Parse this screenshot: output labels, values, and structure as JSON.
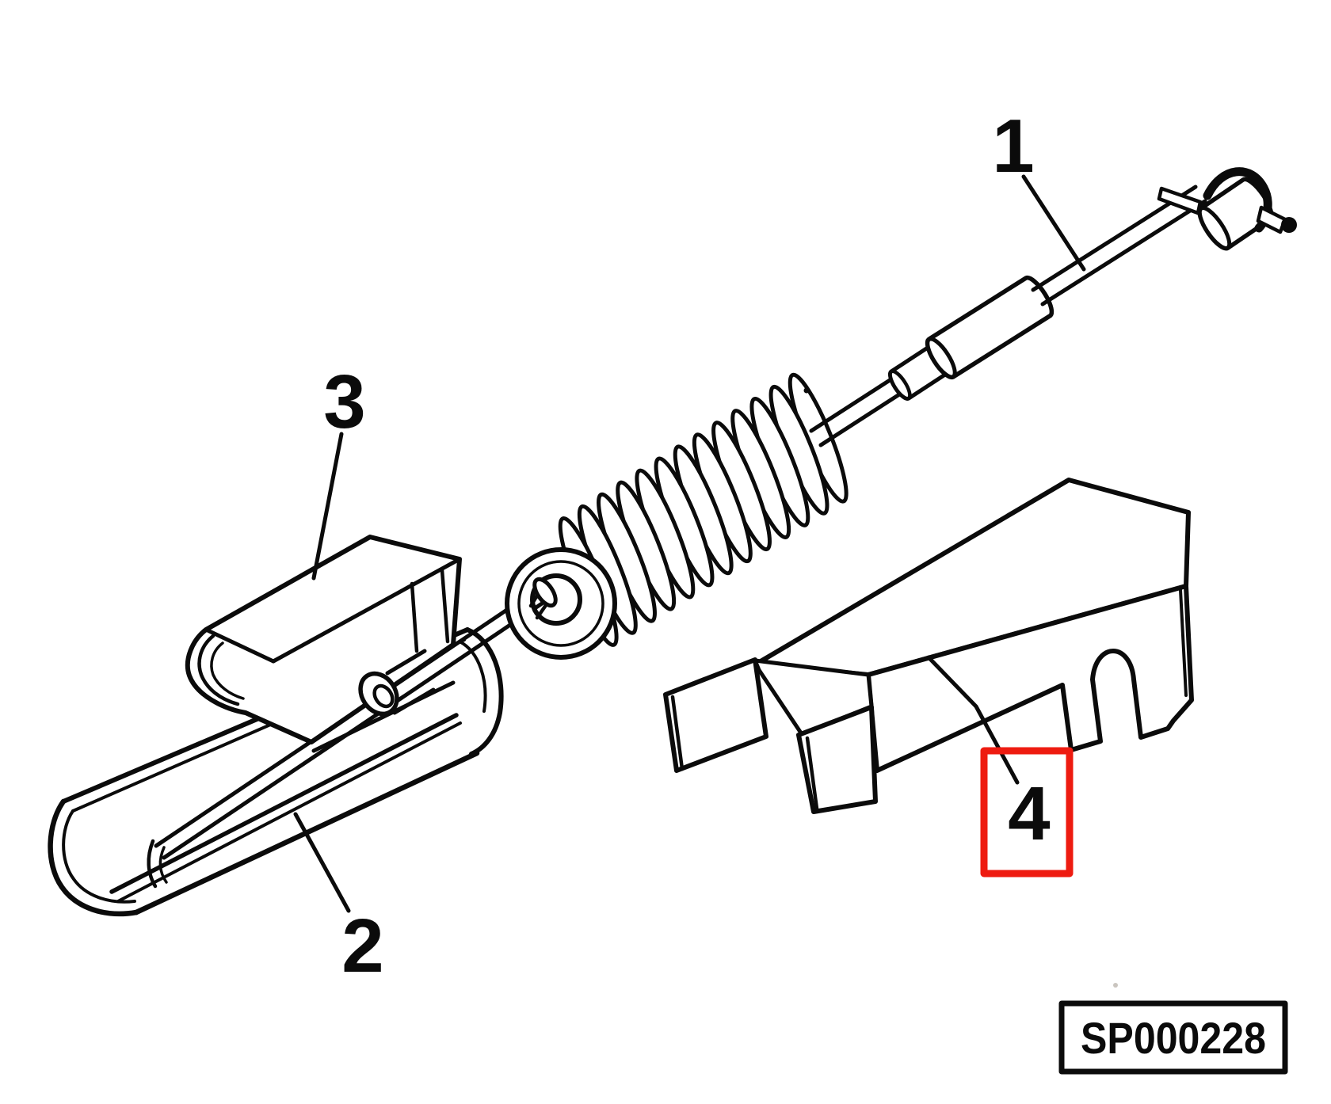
{
  "diagram": {
    "background_color": "#ffffff",
    "line_color": "#0b0b0b",
    "highlight_color": "#ee1b10",
    "callouts": [
      {
        "label": "1",
        "highlighted": false
      },
      {
        "label": "2",
        "highlighted": false
      },
      {
        "label": "3",
        "highlighted": false
      },
      {
        "label": "4",
        "highlighted": true
      }
    ],
    "code_box": {
      "text": "SP000228"
    }
  }
}
